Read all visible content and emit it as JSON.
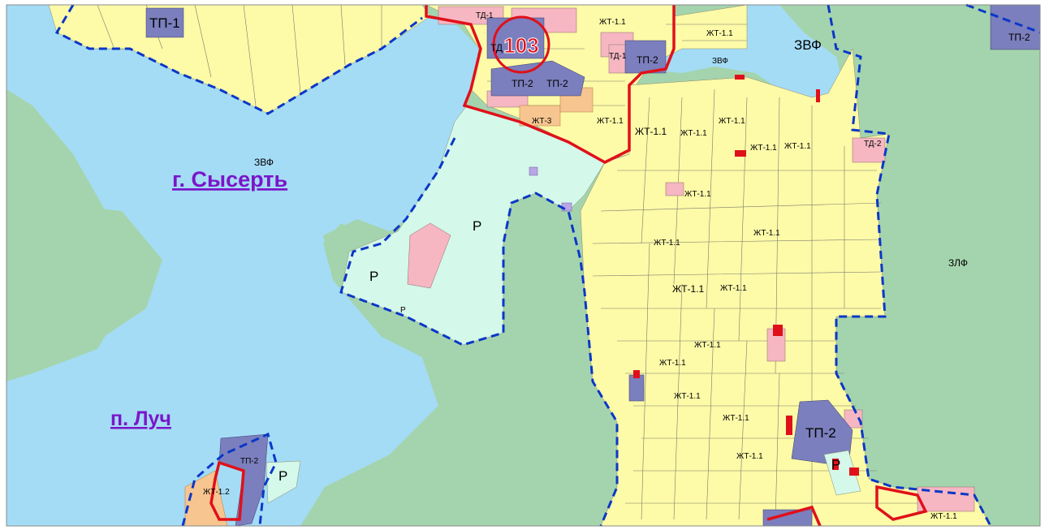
{
  "map": {
    "place_labels": [
      {
        "id": "sysert",
        "text": "г. Сысерть"
      },
      {
        "id": "luch",
        "text": "п. Луч"
      }
    ],
    "zone_labels": [
      "ТП-1",
      "ТД-1",
      "ЖТ-1.1",
      "ЖТ-1.1",
      "ЗВФ",
      "ТП-2",
      "ТД-1",
      "ТП-2",
      "ЗВФ",
      "ТП-2",
      "ТП-2",
      "ТД",
      "ЖТ-3",
      "ЖТ-1.1",
      "ЖТ-1.1",
      "ЖТ-1.1",
      "ЖТ-1.1",
      "ЖТ-1.1",
      "ЖТ-1.1",
      "ТД-2",
      "ЗВФ",
      "Р",
      "Р",
      "Р",
      "ЖТ-1.1",
      "ЖТ-1.1",
      "ЖТ-1.1",
      "ЗЛФ",
      "ЖТ-1.1",
      "ЖТ-1.1",
      "ЖТ-1.1",
      "ЖТ-1.1",
      "ЖТ-1.1",
      "ЖТ-1.1",
      "ТП-2",
      "ЖТ-1.1",
      "Р",
      "ТП-2",
      "ЖТ-1.2",
      "Р",
      "ЖТ-1.1"
    ],
    "marker": {
      "number": "103"
    },
    "colors": {
      "water": "#a4dcf6",
      "forest": "#a4d4ad",
      "residential": "#fdfaa8",
      "recreation": "#d4f8ea",
      "transport": "#7b7fbd",
      "business": "#f6b7c2",
      "boundary_dashed": "#0b37c8",
      "boundary_red": "#e0101a"
    }
  }
}
